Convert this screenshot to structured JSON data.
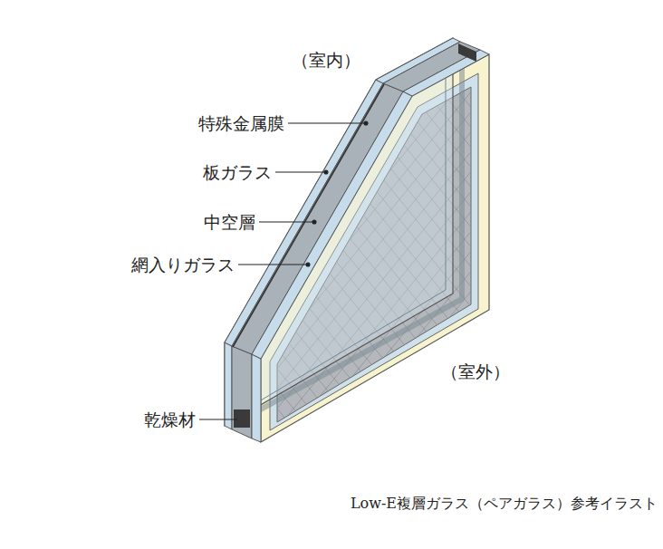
{
  "diagram": {
    "caption": "Low-E複層ガラス（ペアガラス）参考イラスト",
    "labels": [
      "（室内）",
      "特殊金属膜",
      "板ガラス",
      "中空層",
      "網入りガラス",
      "（室外）",
      "乾燥材"
    ]
  }
}
